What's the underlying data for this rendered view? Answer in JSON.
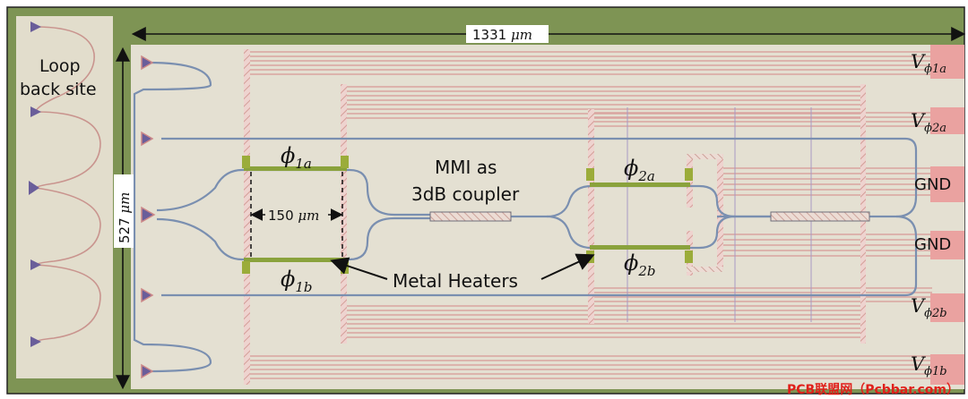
{
  "labels": {
    "width_dim": "1331",
    "height_dim": "527",
    "unit": "μm",
    "length_dim": "150",
    "loopback_line1": "Loop",
    "loopback_line2": "back site",
    "mmi_line1": "MMI as",
    "mmi_line2": "3dB coupler",
    "heaters": "Metal Heaters",
    "gnd_top": "GND",
    "gnd_bottom": "GND",
    "phi": "ϕ"
  },
  "heaters": {
    "phi1a": "1a",
    "phi1b": "1b",
    "phi2a": "2a",
    "phi2b": "2b"
  },
  "pads": {
    "v_symbol": "V",
    "v_phi1a": "ϕ1a",
    "v_phi2a": "ϕ2a",
    "v_phi2b": "ϕ2b",
    "v_phi1b": "ϕ1b"
  },
  "watermark": "PCB联盟网（Pcbbar.com）",
  "colors": {
    "chip_bg": "#e4e0d2",
    "outer_bg": "#7e9454",
    "metal_trace": "#d9a4a0",
    "waveguide": "#7a8fb0",
    "heater": "#8aa23c",
    "pad": "#eaa2a0"
  }
}
